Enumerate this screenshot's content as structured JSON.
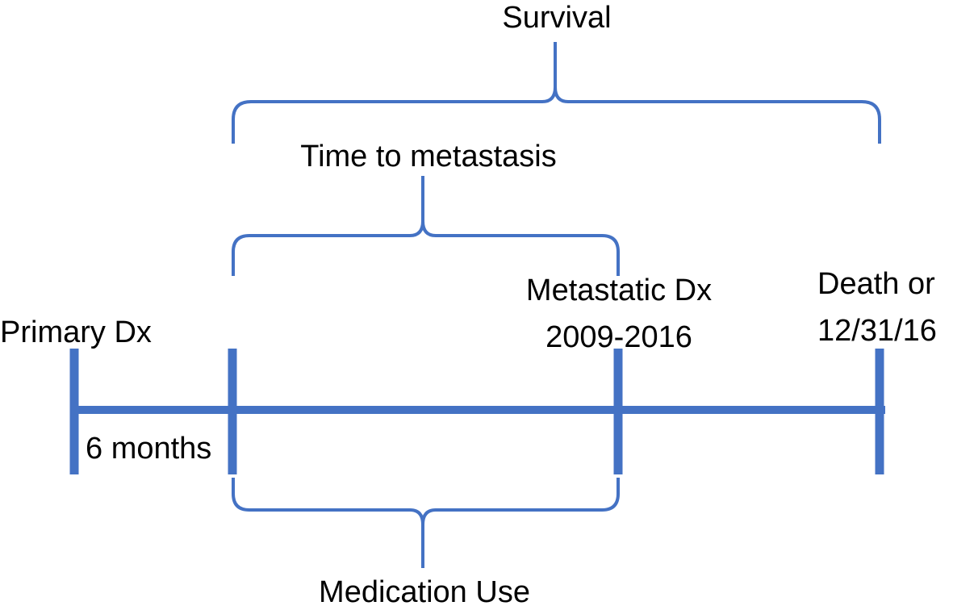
{
  "colors": {
    "timeline": "#4472C4",
    "bracket": "#4472C4",
    "text": "#000000"
  },
  "labels": {
    "survival": "Survival",
    "time_to_metastasis": "Time to metastasis",
    "primary_dx": "Primary Dx",
    "six_months": "6 months",
    "metastatic_dx_line1": "Metastatic Dx",
    "metastatic_dx_line2": "2009-2016",
    "death_line1": "Death or",
    "death_line2": "12/31/16",
    "medication_use": "Medication Use"
  }
}
